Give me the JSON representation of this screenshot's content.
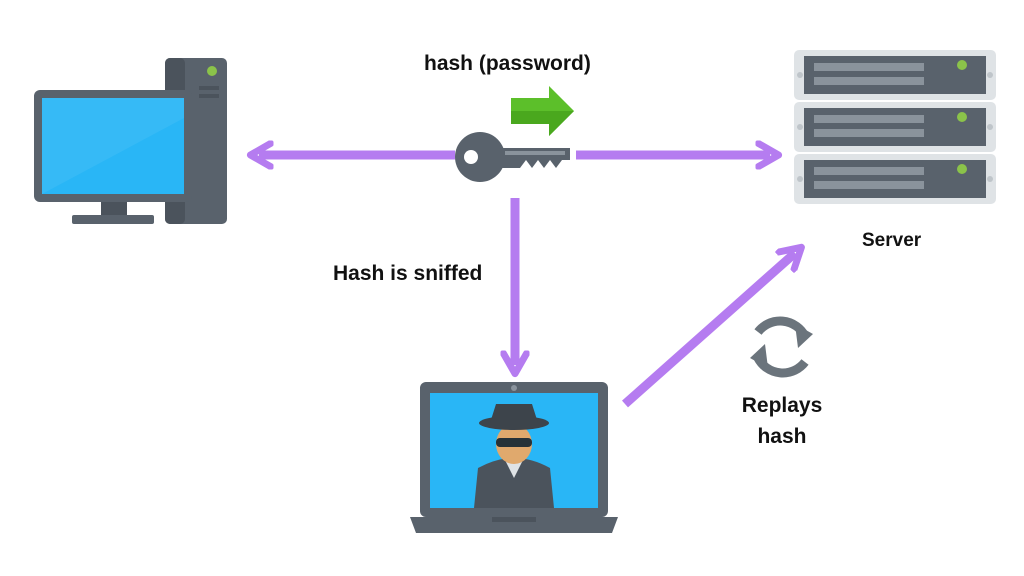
{
  "labels": {
    "hash_password": "hash (password)",
    "hash_sniffed": "Hash is sniffed",
    "server": "Server",
    "replays_hash": "Replays hash"
  },
  "icons": {
    "client": "desktop-computer-icon",
    "key": "key-icon",
    "direction": "green-arrow-icon",
    "server": "server-rack-icon",
    "attacker": "hacker-laptop-icon",
    "replay": "refresh-cycle-icon"
  },
  "colors": {
    "flow_arrow": "#b57cf0",
    "direction_arrow": "#5cbf2a",
    "screen": "#29b6f6",
    "device_body": "#59626c",
    "server_led": "#8bc34a"
  }
}
